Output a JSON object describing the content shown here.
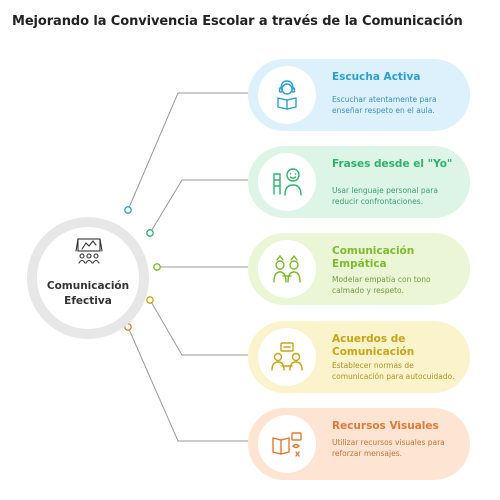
{
  "title": "Mejorando la Convivencia Escolar a través de la Comunicación",
  "hub": {
    "label": "Comunicación Efectiva",
    "icon": "presentation-icon"
  },
  "items": [
    {
      "title": "Escucha Activa",
      "description": "Escuchar atentamente para enseñar respeto en el aula.",
      "icon": "listening-student-icon",
      "bg": "#dcf1fb",
      "accent": "#2a9fd4",
      "desc_color": "#3a8fbf",
      "dot": "#2a9fd4"
    },
    {
      "title": "Frases desde el \"Yo\"",
      "description": "Usar lenguaje personal para reducir confrontaciones.",
      "icon": "speaking-person-icon",
      "bg": "#dcf5e6",
      "accent": "#2db36b",
      "desc_color": "#3aa16a",
      "dot": "#2db36b"
    },
    {
      "title": "Comunicación Empática",
      "description": "Modelar empatía con tono calmado y respeto.",
      "icon": "two-people-icon",
      "bg": "#eaf6d6",
      "accent": "#7dbb2a",
      "desc_color": "#6ea33a",
      "dot": "#7dbb2a"
    },
    {
      "title": "Acuerdos de Comunicación",
      "description": "Establecer normas de comunicación para autocuidado.",
      "icon": "agreement-people-icon",
      "bg": "#fbf3cc",
      "accent": "#c9a414",
      "desc_color": "#b09220",
      "dot": "#c9a414"
    },
    {
      "title": "Recursos Visuales",
      "description": "Utilizar recursos visuales para reforzar mensajes.",
      "icon": "visual-resources-icon",
      "bg": "#fde4d3",
      "accent": "#e07a35",
      "desc_color": "#cf7232",
      "dot": "#e07a35"
    }
  ]
}
